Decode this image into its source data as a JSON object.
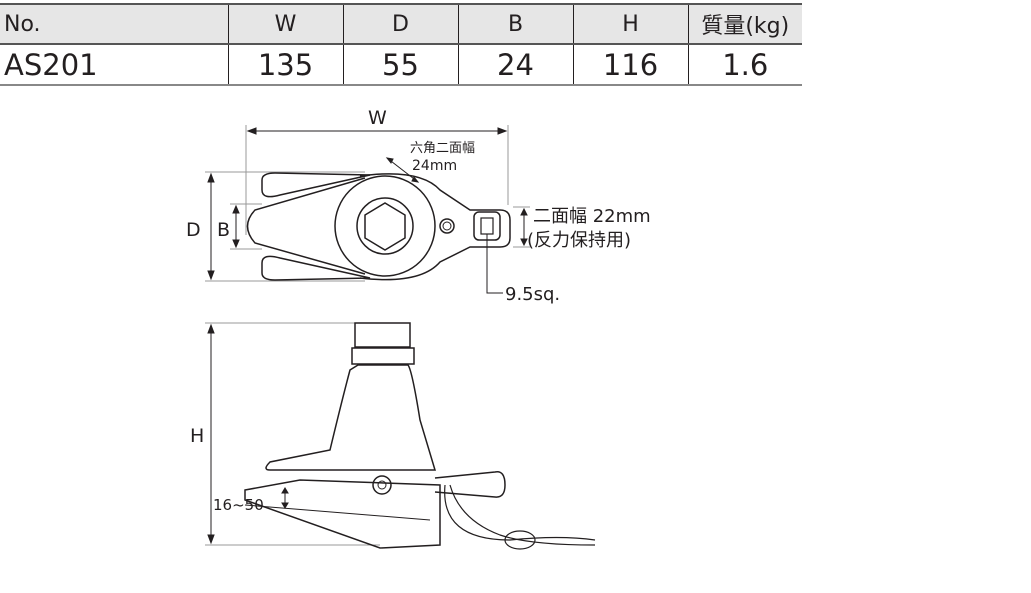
{
  "table": {
    "headers": [
      "No.",
      "W",
      "D",
      "B",
      "H",
      "質量(kg)"
    ],
    "rows": [
      [
        "AS201",
        "135",
        "55",
        "24",
        "116",
        "1.6"
      ]
    ]
  },
  "drawing": {
    "dim_w": "W",
    "dim_d": "D",
    "dim_b": "B",
    "dim_h": "H",
    "hex_label_1": "六角二面幅",
    "hex_label_2": "24mm",
    "reaction_label_1": "二面幅 22mm",
    "reaction_label_2": "(反力保持用)",
    "square_drive": "9.5sq.",
    "jaw_range": "16~50"
  }
}
